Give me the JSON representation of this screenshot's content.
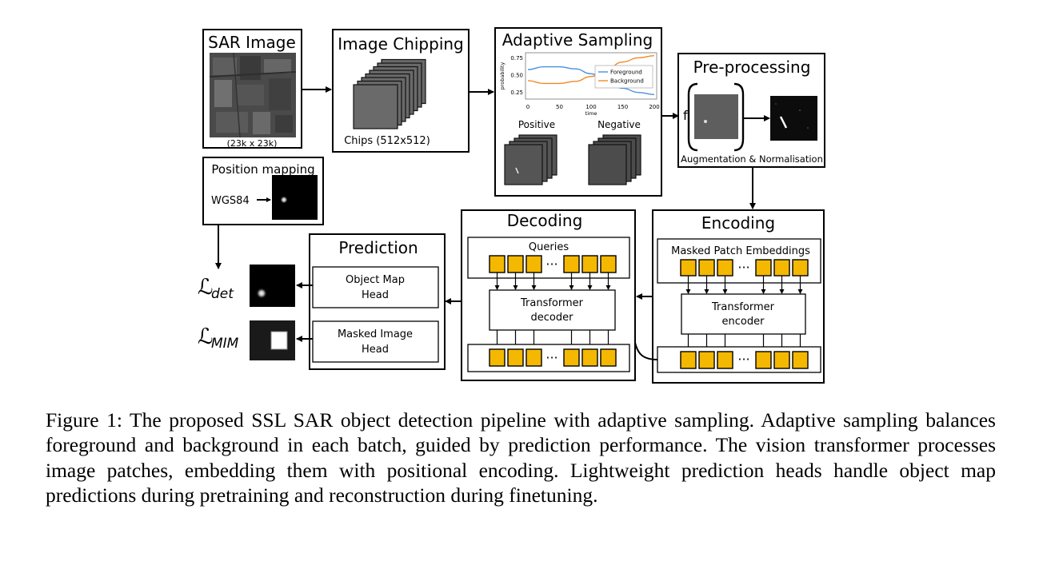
{
  "figure": {
    "sar": {
      "title": "SAR Image",
      "size": "(23k x 23k)"
    },
    "chipping": {
      "title": "Image Chipping",
      "chips": "Chips (512x512)"
    },
    "adaptive": {
      "title": "Adaptive Sampling",
      "positive": "Positive",
      "negative": "Negative",
      "plot": {
        "ylabel": "probability",
        "xlabel": "time",
        "yticks": [
          "0.75",
          "0.50",
          "0.25"
        ],
        "xticks": [
          "0",
          "50",
          "100",
          "150",
          "200"
        ],
        "legend": [
          "Foreground",
          "Background"
        ]
      }
    },
    "preprocessing": {
      "title": "Pre-processing",
      "f": "f",
      "caption": "Augmentation & Normalisation"
    },
    "position": {
      "title": "Position mapping",
      "wgs": "WGS84"
    },
    "encoding": {
      "title": "Encoding",
      "embeddings": "Masked Patch Embeddings",
      "transformer_l1": "Transformer",
      "transformer_l2": "encoder",
      "dots": "···"
    },
    "decoding": {
      "title": "Decoding",
      "queries": "Queries",
      "transformer_l1": "Transformer",
      "transformer_l2": "decoder",
      "dots": "···"
    },
    "prediction": {
      "title": "Prediction",
      "object_head_l1": "Object Map",
      "object_head_l2": "Head",
      "masked_head_l1": "Masked Image",
      "masked_head_l2": "Head"
    },
    "loss_det": {
      "symbol": "ℒ",
      "sub": "det"
    },
    "loss_mim": {
      "symbol": "ℒ",
      "sub": "MIM"
    },
    "colors": {
      "token": "#f5b800",
      "foreground": "#4a90d9",
      "background": "#f08a24"
    }
  },
  "chart_data": {
    "type": "line",
    "x": [
      0,
      25,
      50,
      75,
      100,
      125,
      150,
      175,
      200
    ],
    "series": [
      {
        "name": "Foreground",
        "values": [
          0.58,
          0.62,
          0.62,
          0.59,
          0.52,
          0.41,
          0.31,
          0.25,
          0.22
        ]
      },
      {
        "name": "Background",
        "values": [
          0.42,
          0.38,
          0.38,
          0.41,
          0.48,
          0.59,
          0.69,
          0.75,
          0.78
        ]
      }
    ],
    "xlabel": "time",
    "ylabel": "probability",
    "xlim": [
      0,
      200
    ],
    "ylim": [
      0.2,
      0.8
    ]
  },
  "caption": {
    "label": "Figure 1:",
    "text": "The proposed SSL SAR object detection pipeline with adaptive sampling. Adaptive sampling balances foreground and background in each batch, guided by prediction performance. The vision transformer processes image patches, embedding them with positional encoding. Lightweight prediction heads handle object map predictions during pretraining and reconstruction during finetuning."
  }
}
